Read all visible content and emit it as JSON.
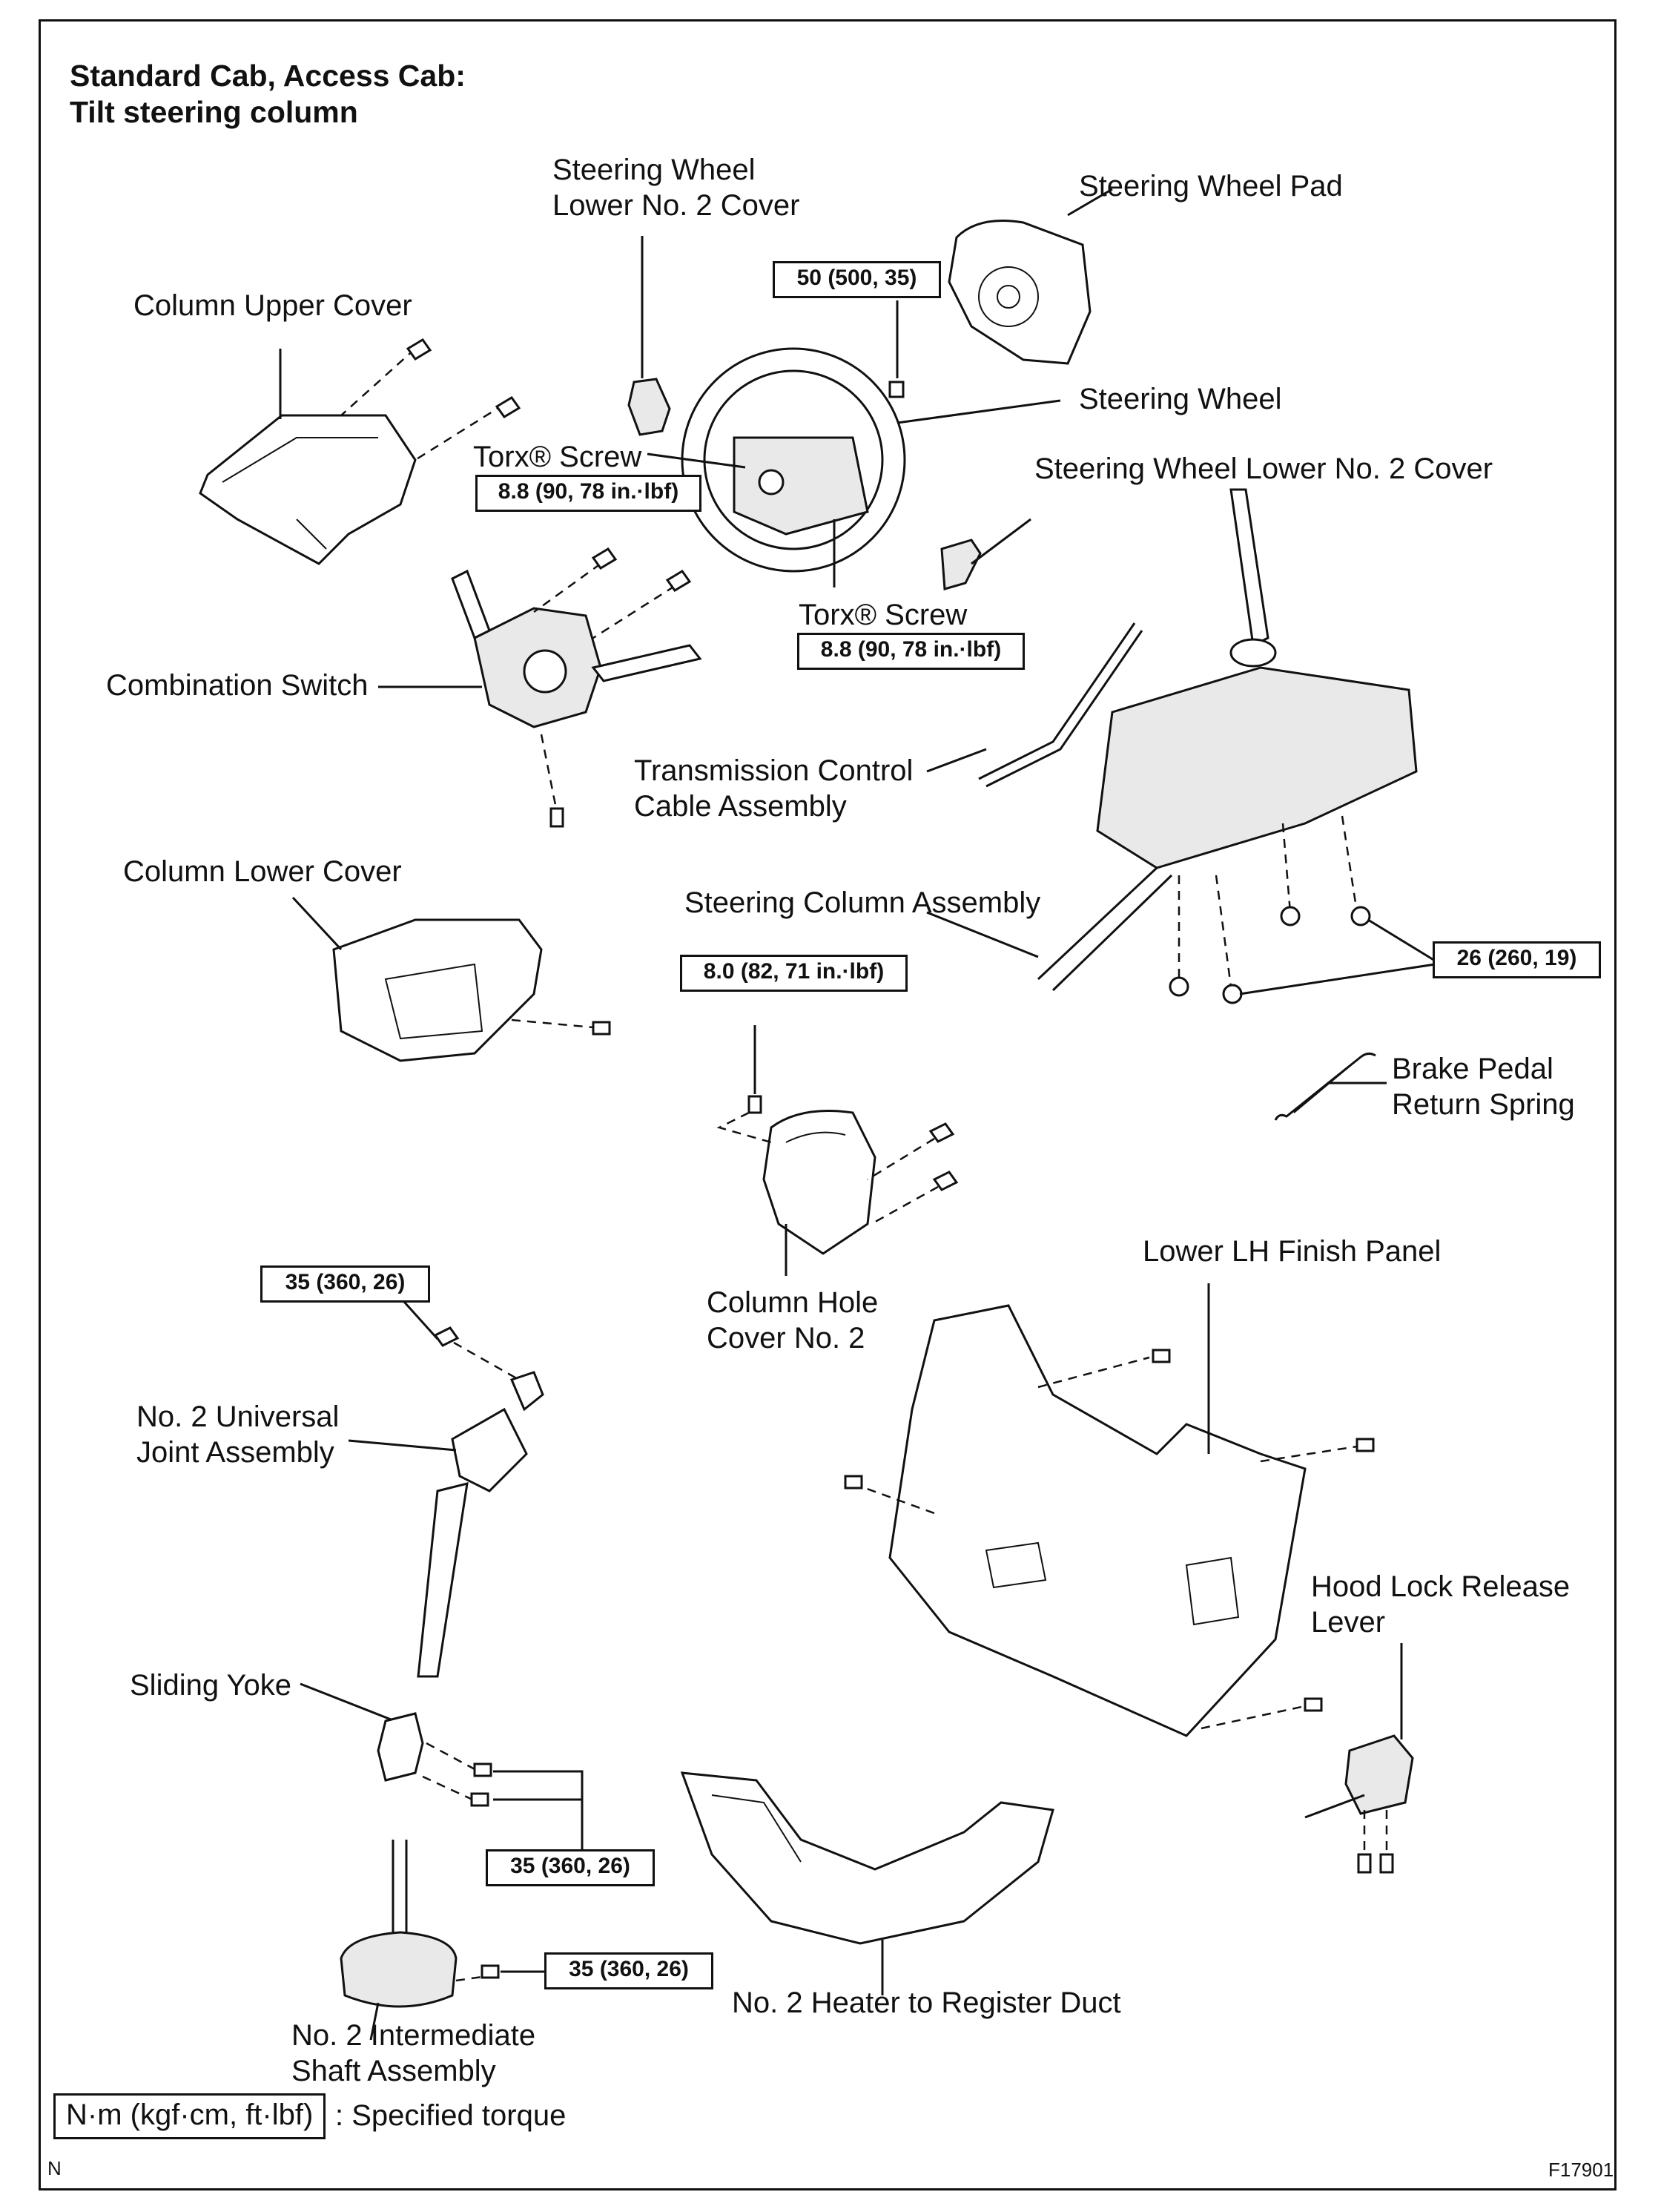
{
  "header": {
    "line1": "Standard Cab, Access Cab:",
    "line2": "Tilt steering column"
  },
  "labels": {
    "sw_lower_cover_top": [
      "Steering Wheel",
      "Lower No. 2 Cover"
    ],
    "sw_pad": "Steering Wheel Pad",
    "column_upper_cover": "Column Upper Cover",
    "steering_wheel": "Steering Wheel",
    "torx_screw_1": "Torx® Screw",
    "sw_lower_cover_right": "Steering Wheel Lower No. 2 Cover",
    "torx_screw_2": "Torx® Screw",
    "combination_switch": "Combination Switch",
    "transmission_cable": [
      "Transmission Control",
      "Cable Assembly"
    ],
    "column_lower_cover": "Column Lower Cover",
    "steering_column_assembly": "Steering Column Assembly",
    "brake_pedal_spring": [
      "Brake Pedal",
      "Return Spring"
    ],
    "column_hole_cover": [
      "Column Hole",
      "Cover No. 2"
    ],
    "lower_lh_finish_panel": "Lower LH Finish Panel",
    "universal_joint": [
      "No. 2 Universal",
      "Joint Assembly"
    ],
    "hood_lock_release": [
      "Hood Lock Release",
      "Lever"
    ],
    "sliding_yoke": "Sliding Yoke",
    "heater_duct": "No. 2 Heater to Register Duct",
    "intermediate_shaft": [
      "No. 2 Intermediate",
      "Shaft Assembly"
    ]
  },
  "torques": {
    "steering_wheel_nut": "50 (500, 35)",
    "torx_1": "8.8 (90, 78 in.·lbf)",
    "torx_2": "8.8 (90, 78 in.·lbf)",
    "column_nuts": "26 (260, 19)",
    "hole_cover_bolt": "8.0 (82, 71 in.·lbf)",
    "universal_joint_bolt": "35 (360, 26)",
    "sliding_yoke_bolts": "35 (360, 26)",
    "intermediate_shaft_bolt": "35 (360, 26)"
  },
  "legend": {
    "unit_box": "N·m (kgf·cm, ft·lbf)",
    "text": ": Specified torque"
  },
  "corner_marks": {
    "bottom_left": "N",
    "figure_code": "F17901"
  }
}
